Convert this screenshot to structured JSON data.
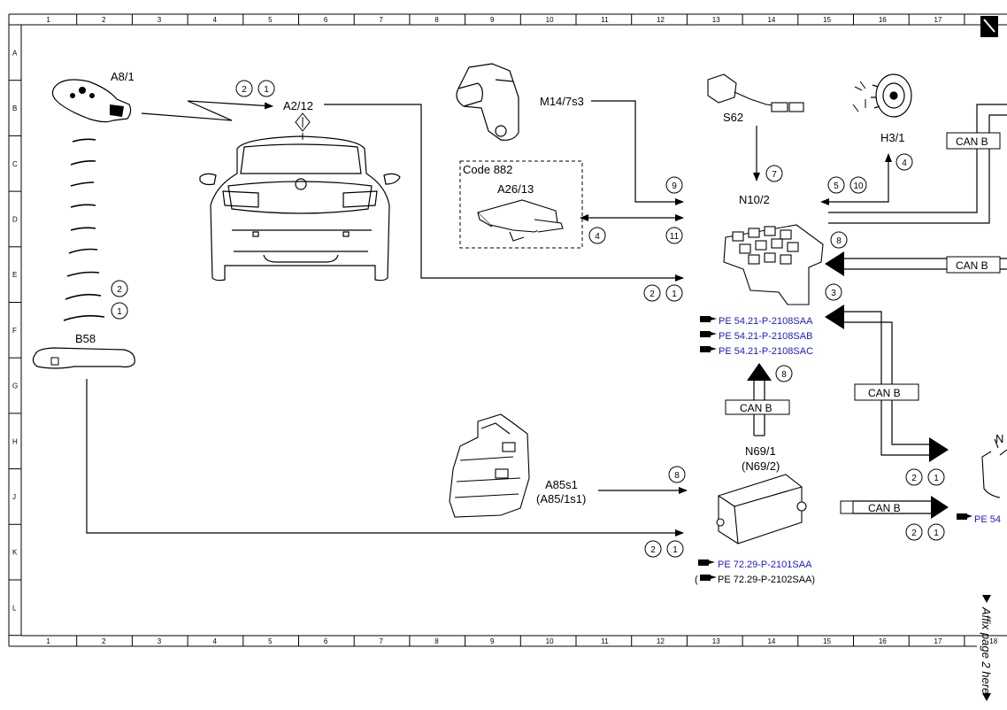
{
  "ruler": {
    "columns": [
      "1",
      "2",
      "3",
      "4",
      "5",
      "6",
      "7",
      "8",
      "9",
      "10",
      "11",
      "12",
      "13",
      "14",
      "15",
      "16",
      "17",
      "18"
    ],
    "rows": [
      "A",
      "B",
      "C",
      "D",
      "E",
      "F",
      "G",
      "H",
      "J",
      "K",
      "L"
    ]
  },
  "components": {
    "a8_1": "A8/1",
    "a2_12": "A2/12",
    "b58": "B58",
    "m14_7s3": "M14/7s3",
    "code882": "Code 882",
    "a26_13": "A26/13",
    "s62": "S62",
    "h3_1": "H3/1",
    "n10_2": "N10/2",
    "n69_1": "N69/1",
    "n69_2": "(N69/2)",
    "a85s1": "A85s1",
    "a85_1s1": "(A85/1s1)"
  },
  "can_label": "CAN B",
  "markers": {
    "n1": "1",
    "n2": "2",
    "n3": "3",
    "n4": "4",
    "n5": "5",
    "n7": "7",
    "n8": "8",
    "n9": "9",
    "n10": "10",
    "n11": "11"
  },
  "links": {
    "pe_a": "PE 54.21-P-2108SAA",
    "pe_b": "PE 54.21-P-2108SAB",
    "pe_c": "PE 54.21-P-2108SAC",
    "pe_n69": "PE 72.29-P-2101SAA",
    "pe_n69_alt": "PE 72.29-P-2102SAA)",
    "pe_alt_open": "(",
    "pe_cut": "PE 54"
  },
  "affix_note": "Affix page 2 here"
}
